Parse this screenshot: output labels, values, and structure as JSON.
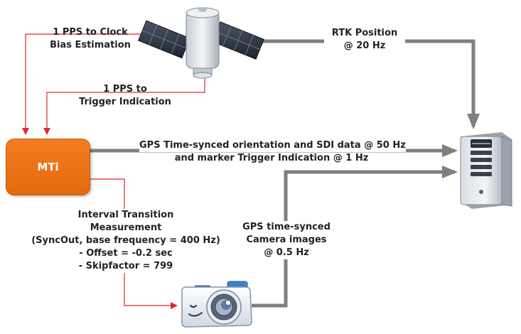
{
  "nodes": {
    "mti": "MTi"
  },
  "labels": {
    "pps_clock": [
      "1 PPS to Clock",
      "Bias Estimation"
    ],
    "pps_trigger": [
      "1 PPS to",
      "Trigger Indication"
    ],
    "rtk": [
      "RTK Position",
      "@ 20 Hz"
    ],
    "gps_orientation": [
      "GPS Time-synced orientation and SDI data @ 50 Hz",
      "and marker Trigger Indication @ 1 Hz"
    ],
    "interval": [
      "Interval Transition",
      "Measurement",
      "(SyncOut, base frequency = 400 Hz)",
      "- Offset = -0.2 sec",
      "- Skipfactor = 799"
    ],
    "camera_images": [
      "GPS time-synced",
      "Camera images",
      "@ 0.5 Hz"
    ]
  },
  "colors": {
    "red_line": "#e0282c",
    "gray_line": "#7f7f7f",
    "mti_fill": "#f07318"
  },
  "icons": [
    "satellite-icon",
    "server-computer-icon",
    "camera-icon"
  ]
}
